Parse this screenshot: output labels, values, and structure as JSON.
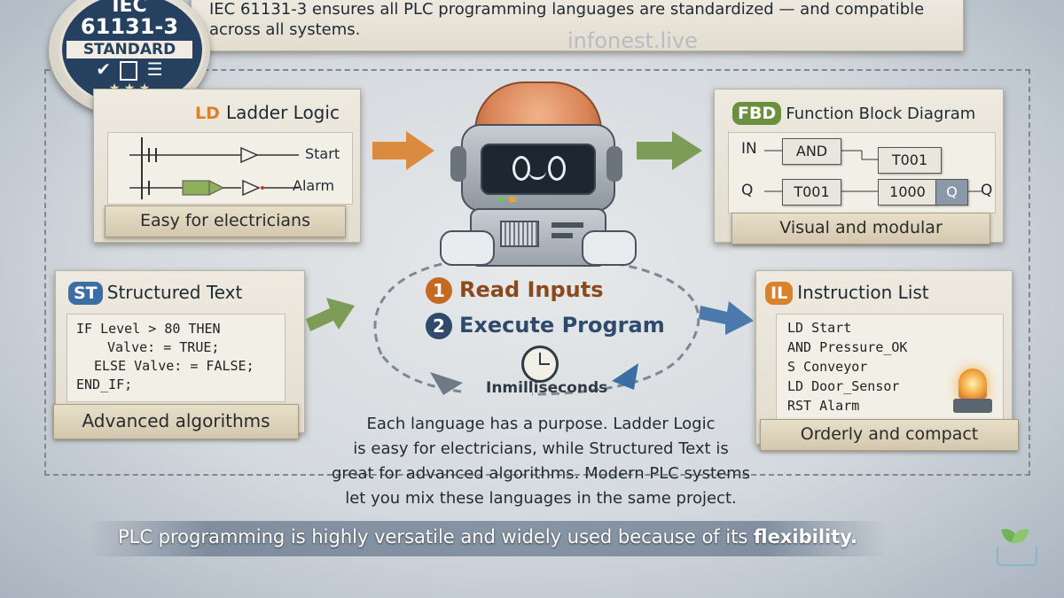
{
  "badge": {
    "line1": "IEC",
    "line2": "61131-3",
    "line3": "STANDARD"
  },
  "header": {
    "line1": "IEC 61131-3 ensures all PLC programming languages are standardized — and compatible",
    "line2": "across all systems."
  },
  "watermark": "infonest.live",
  "ld": {
    "tag": "LD",
    "title": "Ladder Logic",
    "rung1": "Start",
    "rung2": "Alarm",
    "caption": "Easy for electricians"
  },
  "fbd": {
    "tag": "FBD",
    "title": "Function Block Diagram",
    "in_label": "IN",
    "q_label": "Q",
    "q_out": "Q",
    "block_and": "AND",
    "block_t001_a": "T001",
    "block_t001_b": "T001",
    "block_1000": "1000",
    "block_q": "Q",
    "caption": "Visual and modular"
  },
  "st": {
    "tag": "ST",
    "title": "Structured Text",
    "code": [
      "IF Level > 80 THEN",
      "Valve: = TRUE;",
      "ELSE Valve: = FALSE;",
      "END_IF;"
    ],
    "caption": "Advanced algorithms"
  },
  "il": {
    "tag": "IL",
    "title": "Instruction List",
    "code": [
      "LD Start",
      "AND Pressure_OK",
      "S Conveyor",
      "LD Door_Sensor",
      "RST Alarm"
    ],
    "caption": "Orderly and compact"
  },
  "cycle": {
    "step1_num": "1",
    "step1": "Read Inputs",
    "step2_num": "2",
    "step2": "Execute Program",
    "timer": "Inmilliseconds"
  },
  "description": {
    "line1": "Each language has a purpose. Ladder Logic",
    "line2": "is easy for electricians, while Structured Text is",
    "line3": "great for advanced algorithms. Modern PLC systems",
    "line4": "let you mix these languages in the same project."
  },
  "footer": {
    "text": "PLC programming is highly versatile and widely used because of its ",
    "emphasis": "flexibility."
  },
  "colors": {
    "orange": "#d9822b",
    "navy": "#2f4a6b",
    "green": "#6b8f3e",
    "blue": "#3b6ea5"
  }
}
